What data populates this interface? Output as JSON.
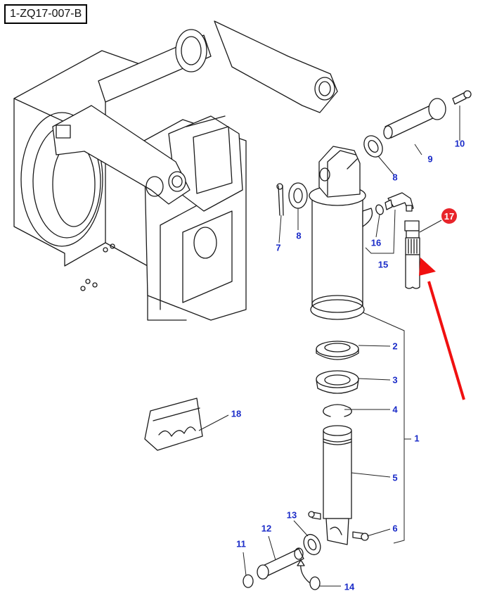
{
  "reference_code": "1-ZQ17-007-B",
  "colors": {
    "label": "#1a2bc8",
    "highlight_badge": "#e8242a",
    "arrow": "#f01010",
    "line": "#1a1a1a"
  },
  "callouts": [
    {
      "id": "1",
      "text": "1",
      "part": "hydraulic-cylinder-assembly"
    },
    {
      "id": "2",
      "text": "2",
      "part": "seal-ring"
    },
    {
      "id": "3",
      "text": "3",
      "part": "guide-bushing"
    },
    {
      "id": "4",
      "text": "4",
      "part": "snap-ring"
    },
    {
      "id": "5",
      "text": "5",
      "part": "piston-rod"
    },
    {
      "id": "6",
      "text": "6",
      "part": "grease-nipple"
    },
    {
      "id": "7",
      "text": "7",
      "part": "cotter-pin"
    },
    {
      "id": "8a",
      "text": "8",
      "part": "washer"
    },
    {
      "id": "8b",
      "text": "8",
      "part": "washer"
    },
    {
      "id": "9",
      "text": "9",
      "part": "pin"
    },
    {
      "id": "10",
      "text": "10",
      "part": "grease-nipple"
    },
    {
      "id": "11",
      "text": "11",
      "part": "circlip"
    },
    {
      "id": "12",
      "text": "12",
      "part": "pin"
    },
    {
      "id": "13",
      "text": "13",
      "part": "washer"
    },
    {
      "id": "14",
      "text": "14",
      "part": "circlip"
    },
    {
      "id": "15",
      "text": "15",
      "part": "elbow-fitting-assembly"
    },
    {
      "id": "16",
      "text": "16",
      "part": "o-ring"
    },
    {
      "id": "17",
      "text": "17",
      "part": "hydraulic-hose",
      "highlighted": true
    },
    {
      "id": "18",
      "text": "18",
      "part": "seal-kit"
    }
  ]
}
